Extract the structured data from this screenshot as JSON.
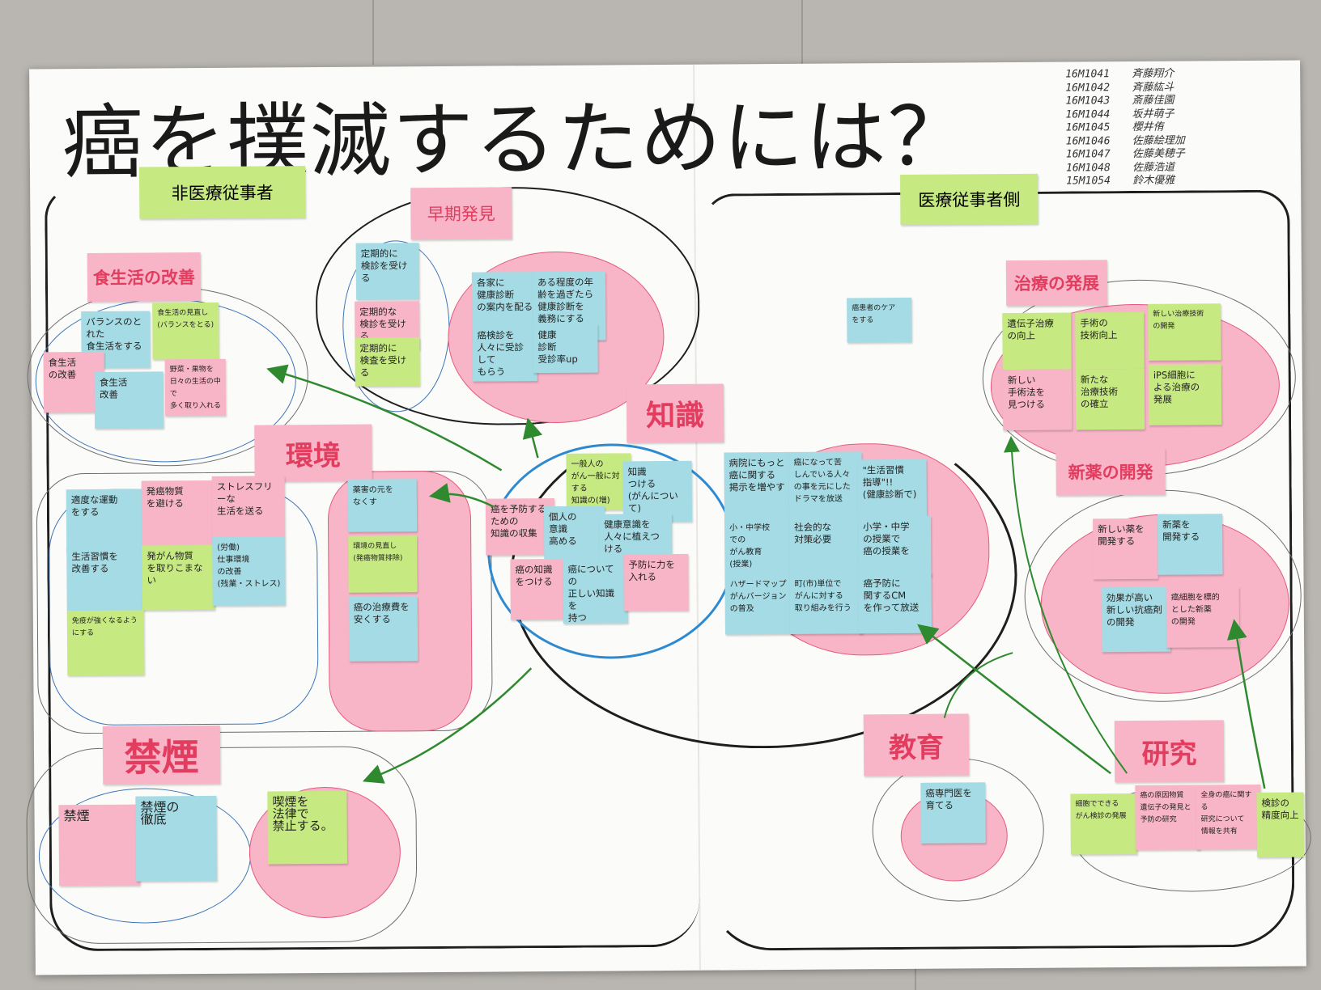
{
  "title": "癌を撲滅するためには？",
  "members": [
    {
      "id": "16M1041",
      "name": "斉藤翔介"
    },
    {
      "id": "16M1042",
      "name": "斉藤紘斗"
    },
    {
      "id": "16M1043",
      "name": "斎藤佳園"
    },
    {
      "id": "16M1044",
      "name": "坂井萌子"
    },
    {
      "id": "16M1045",
      "name": "櫻井侑"
    },
    {
      "id": "16M1046",
      "name": "佐藤絵理加"
    },
    {
      "id": "16M1047",
      "name": "佐藤美穂子"
    },
    {
      "id": "16M1048",
      "name": "佐藤浩道"
    },
    {
      "id": "15M1054",
      "name": "鈴木優雅"
    }
  ],
  "groups": {
    "non_medical": "非医療従事者",
    "medical": "医療従事者側",
    "early_detection": "早期発見",
    "diet": "食生活の改善",
    "environment": "環境",
    "knowledge": "知識",
    "smoking": "禁煙",
    "treatment": "治療の発展",
    "new_drugs": "新薬の開発",
    "education": "教育",
    "research": "研究"
  },
  "notes": {
    "diet_1": "バランスのとれた\n食生活をする",
    "diet_2": "食生活の見直し\n(バランスをとる)",
    "diet_3": "食生活\nの改善",
    "diet_4": "食生活\n改善",
    "diet_5": "野菜・果物を\n日々の生活の中で\n多く取り入れる",
    "early_1": "定期的に\n検診を受ける",
    "early_2": "定期的な\n検診を受ける",
    "early_3": "定期的に\n検査を受ける",
    "early_4": "各家に\n健康診断\nの案内を配る",
    "early_5": "ある程度の年\n齢を過ぎたら\n健康診断を\n義務にする",
    "early_6": "癌検診を\n人々に受診して\nもらう",
    "early_7": "健康\n診断\n受診率up",
    "env_1": "適度な運動\nをする",
    "env_2": "発癌物質\nを避ける",
    "env_3": "ストレスフリーな\n生活を送る",
    "env_4": "生活習慣を\n改善する",
    "env_5": "発がん物質\nを取りこまない",
    "env_6": "(労働)\n仕事環境\nの改善\n(残業・ストレス)",
    "env_7": "免疫が強くなるよう\nにする",
    "env_8": "薬害の元を\nなくす",
    "env_9": "環境の見直し\n(発癌物質排除)",
    "env_10": "癌の治療費を\n安くする",
    "know_1": "癌を予防するための\n知識の収集",
    "know_2": "一般人の\nがん一般に対する\n知識の(増)",
    "know_3": "知識\nつける\n(がんについて)",
    "know_4": "個人の\n意識\n高める",
    "know_5": "健康意識を\n人々に植えつける",
    "know_6": "癌の知識\nをつける",
    "know_7": "癌についての\n正しい知識を\n持つ",
    "know_8": "予防に力を\n入れる",
    "patient_note": "癌患者のケア\nをする",
    "med_1": "病院にもっと\n癌に関する\n掲示を増やす",
    "med_2": "癌になって苦\nしんでいる人々\nの事を元にした\nドラマを放送",
    "med_3": "\"生活習慣\n指導\"!!\n(健康診断で)",
    "med_4": "小・中学校\nでの\nがん教育\n(授業)",
    "med_5": "社会的な\n対策必要",
    "med_6": "小学・中学\nの授業で\n癌の授業を",
    "med_7": "ハザードマップ\nがんバージョン\nの普及",
    "med_8": "町(市)単位で\nがんに対する\n取り組みを行う",
    "med_9": "癌予防に\n関するCM\nを作って放送",
    "treat_1": "遺伝子治療\nの向上",
    "treat_2": "手術の\n技術向上",
    "treat_3": "新しい治療技術\nの開発",
    "treat_4": "新しい\n手術法を\n見つける",
    "treat_5": "新たな\n治療技術\nの確立",
    "treat_6": "iPS細胞に\nよる治療の\n発展",
    "drug_1": "新しい薬を\n開発する",
    "drug_2": "新薬を\n開発する",
    "drug_3": "効果が高い\n新しい抗癌剤\nの開発",
    "drug_4": "癌細胞を標的\nとした新薬\nの開発",
    "edu_1": "癌専門医を\n育てる",
    "res_1": "細胞でできる\nがん検診の発展",
    "res_2": "癌の原因物質\n遺伝子の発見と\n予防の研究",
    "res_3": "全身の癌に関する\n研究について\n情報を共有",
    "res_4": "検診の\n精度向上",
    "smoke_1": "禁煙",
    "smoke_2": "禁煙の\n徹底",
    "smoke_3": "喫煙を\n法律で\n禁止する。"
  }
}
